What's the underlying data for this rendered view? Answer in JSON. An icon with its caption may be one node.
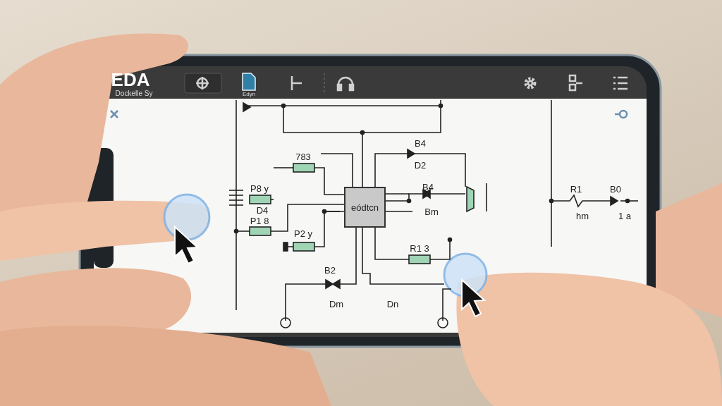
{
  "diagram": {
    "nodes": [
      {
        "text": [
          "eódtcn"
        ]
      }
    ],
    "labels": [
      "EDA",
      "Dockelle Sy",
      "Edyn",
      "783",
      "B4",
      "D2",
      "P8 y",
      "D4",
      "P1 8",
      "P2 y",
      "B4",
      "Bm",
      "R1 3",
      "B2",
      "Dm",
      "Dn",
      "R1",
      "hm",
      "B0",
      "1 a"
    ]
  }
}
